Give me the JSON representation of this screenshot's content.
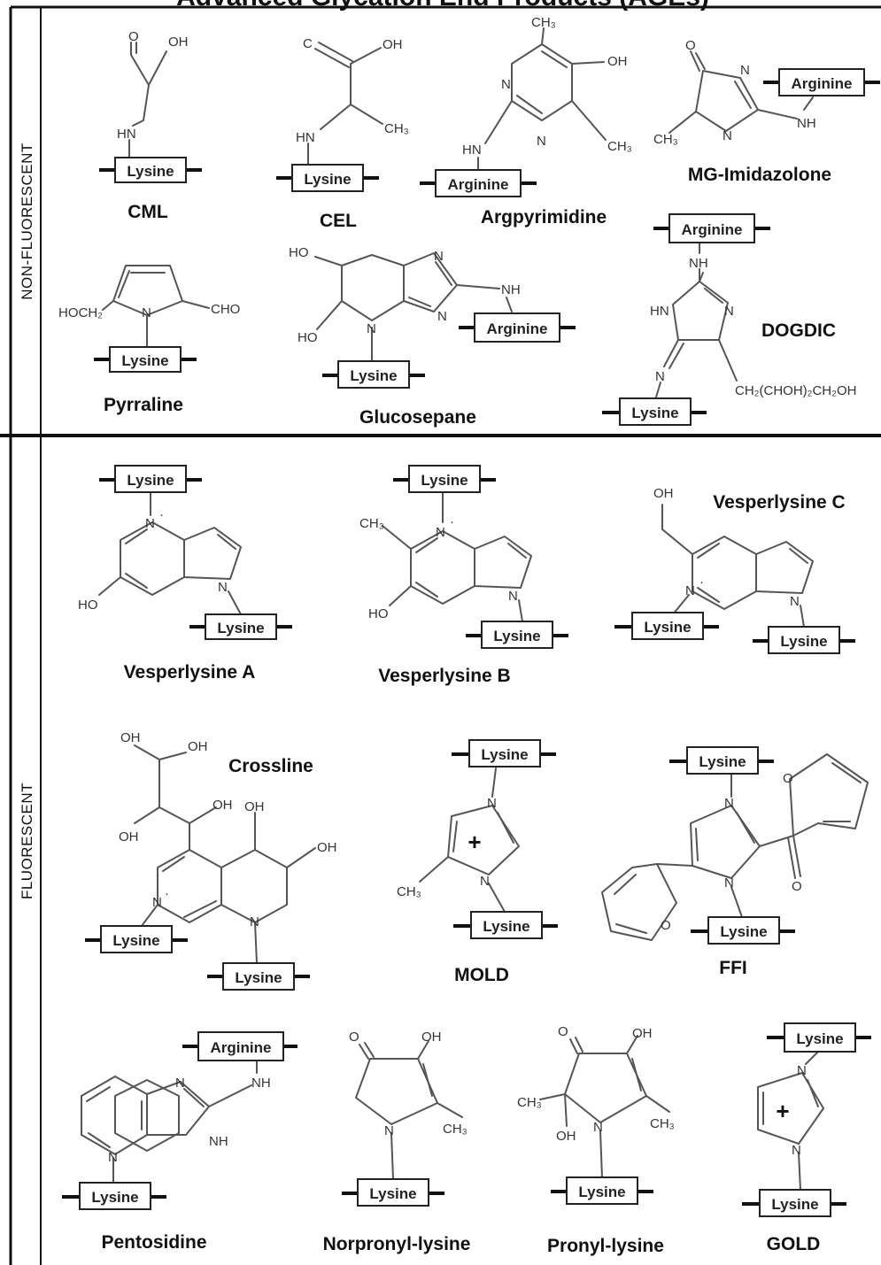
{
  "title": "Advanced Glycation End Products (AGEs)",
  "sections": {
    "non_fluorescent": "NON-FLUORESCENT",
    "fluorescent": "FLUORESCENT"
  },
  "residues": {
    "lysine": "Lysine",
    "arginine": "Arginine"
  },
  "compounds": {
    "cml": "CML",
    "cel": "CEL",
    "argpyrimidine": "Argpyrimidine",
    "mg_imidazolone": "MG-Imidazolone",
    "pyrraline": "Pyrraline",
    "glucosepane": "Glucosepane",
    "dogdic": "DOGDIC",
    "vesperlysine_a": "Vesperlysine A",
    "vesperlysine_b": "Vesperlysine B",
    "vesperlysine_c": "Vesperlysine C",
    "crossline": "Crossline",
    "mold": "MOLD",
    "ffi": "FFI",
    "pentosidine": "Pentosidine",
    "norpronyl_lysine": "Norpronyl-lysine",
    "pronyl_lysine": "Pronyl-lysine",
    "gold": "GOLD"
  },
  "atoms": {
    "O": "O",
    "C": "C",
    "OH": "OH",
    "HO": "HO",
    "HN": "HN",
    "NH": "NH",
    "N": "N",
    "CH3": "CH₃",
    "CHO": "CHO",
    "HOCH2": "HOCH₂",
    "sugar_chain": "CH₂(CHOH)₂CH₂OH",
    "plus": "+",
    "dot": "·"
  }
}
